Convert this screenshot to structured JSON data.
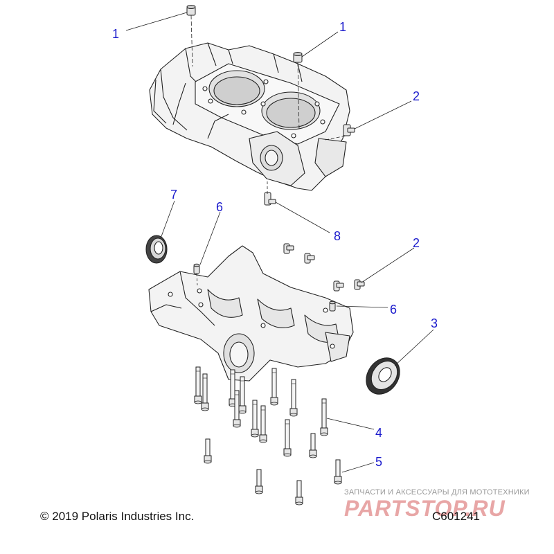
{
  "callouts": [
    {
      "id": "c1a",
      "text": "1"
    },
    {
      "id": "c1b",
      "text": "1"
    },
    {
      "id": "c2a",
      "text": "2"
    },
    {
      "id": "c2b",
      "text": "2"
    },
    {
      "id": "c3",
      "text": "3"
    },
    {
      "id": "c4",
      "text": "4"
    },
    {
      "id": "c5",
      "text": "5"
    },
    {
      "id": "c6a",
      "text": "6"
    },
    {
      "id": "c6b",
      "text": "6"
    },
    {
      "id": "c7",
      "text": "7"
    },
    {
      "id": "c8",
      "text": "8"
    }
  ],
  "footer": {
    "copyright": "© 2019 Polaris Industries Inc.",
    "diagram_code": "C601241"
  },
  "watermark": {
    "tagline": "ЗАПЧАСТИ И АКСЕССУАРЫ ДЛЯ МОТОТЕХНИКИ",
    "logo": "PARTSTOP.RU"
  },
  "colors": {
    "callout": "#1a1acc",
    "line": "#222222",
    "fill": "#f2f2f2",
    "watermark": "#e8a6a6"
  }
}
